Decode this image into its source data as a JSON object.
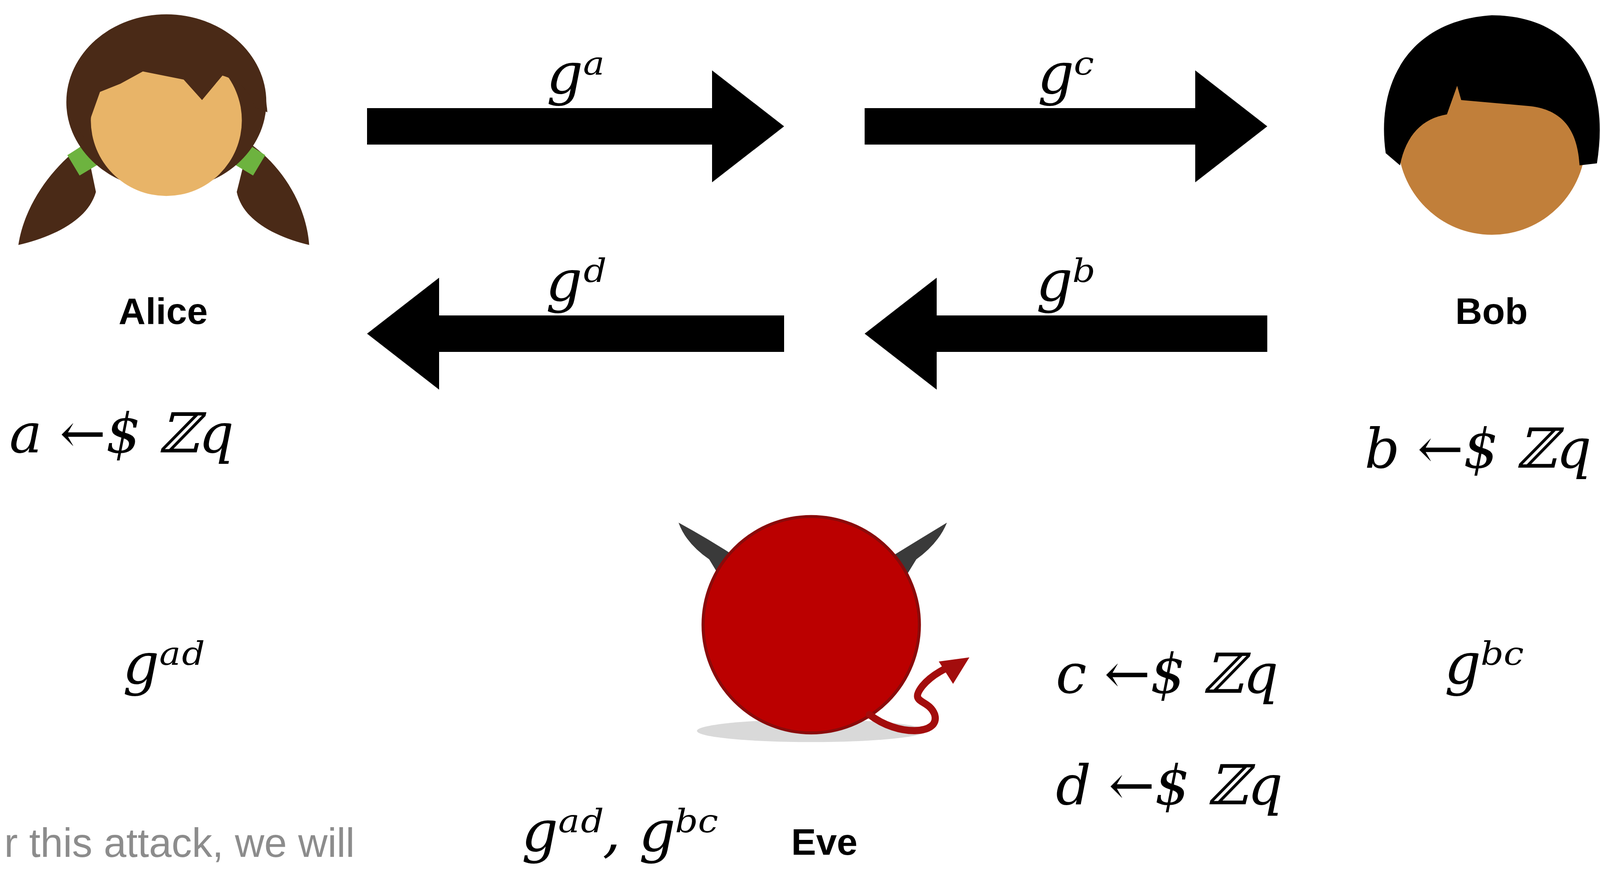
{
  "diagram": {
    "nodes": [
      {
        "text": [
          "Alice"
        ]
      },
      {
        "text": [
          "Bob"
        ]
      },
      {
        "text": [
          "Eve"
        ]
      }
    ],
    "edges": [
      {
        "from": 0,
        "to": 2,
        "arrow": "to",
        "label": "gᵃ"
      },
      {
        "from": 2,
        "to": 1,
        "arrow": "to",
        "label": "gᶜ"
      },
      {
        "from": 1,
        "to": 2,
        "arrow": "to",
        "label": "gᵇ"
      },
      {
        "from": 2,
        "to": 0,
        "arrow": "to",
        "label": "gᵈ"
      }
    ],
    "labels": [
      "a ←$ ℤq",
      "b ←$ ℤq",
      "gᵃᵈ",
      "gᵇᶜ",
      "c ←$ ℤq",
      "d ←$ ℤq",
      "gᵃᵈ, gᵇᶜ",
      "r this attack, we will"
    ]
  }
}
